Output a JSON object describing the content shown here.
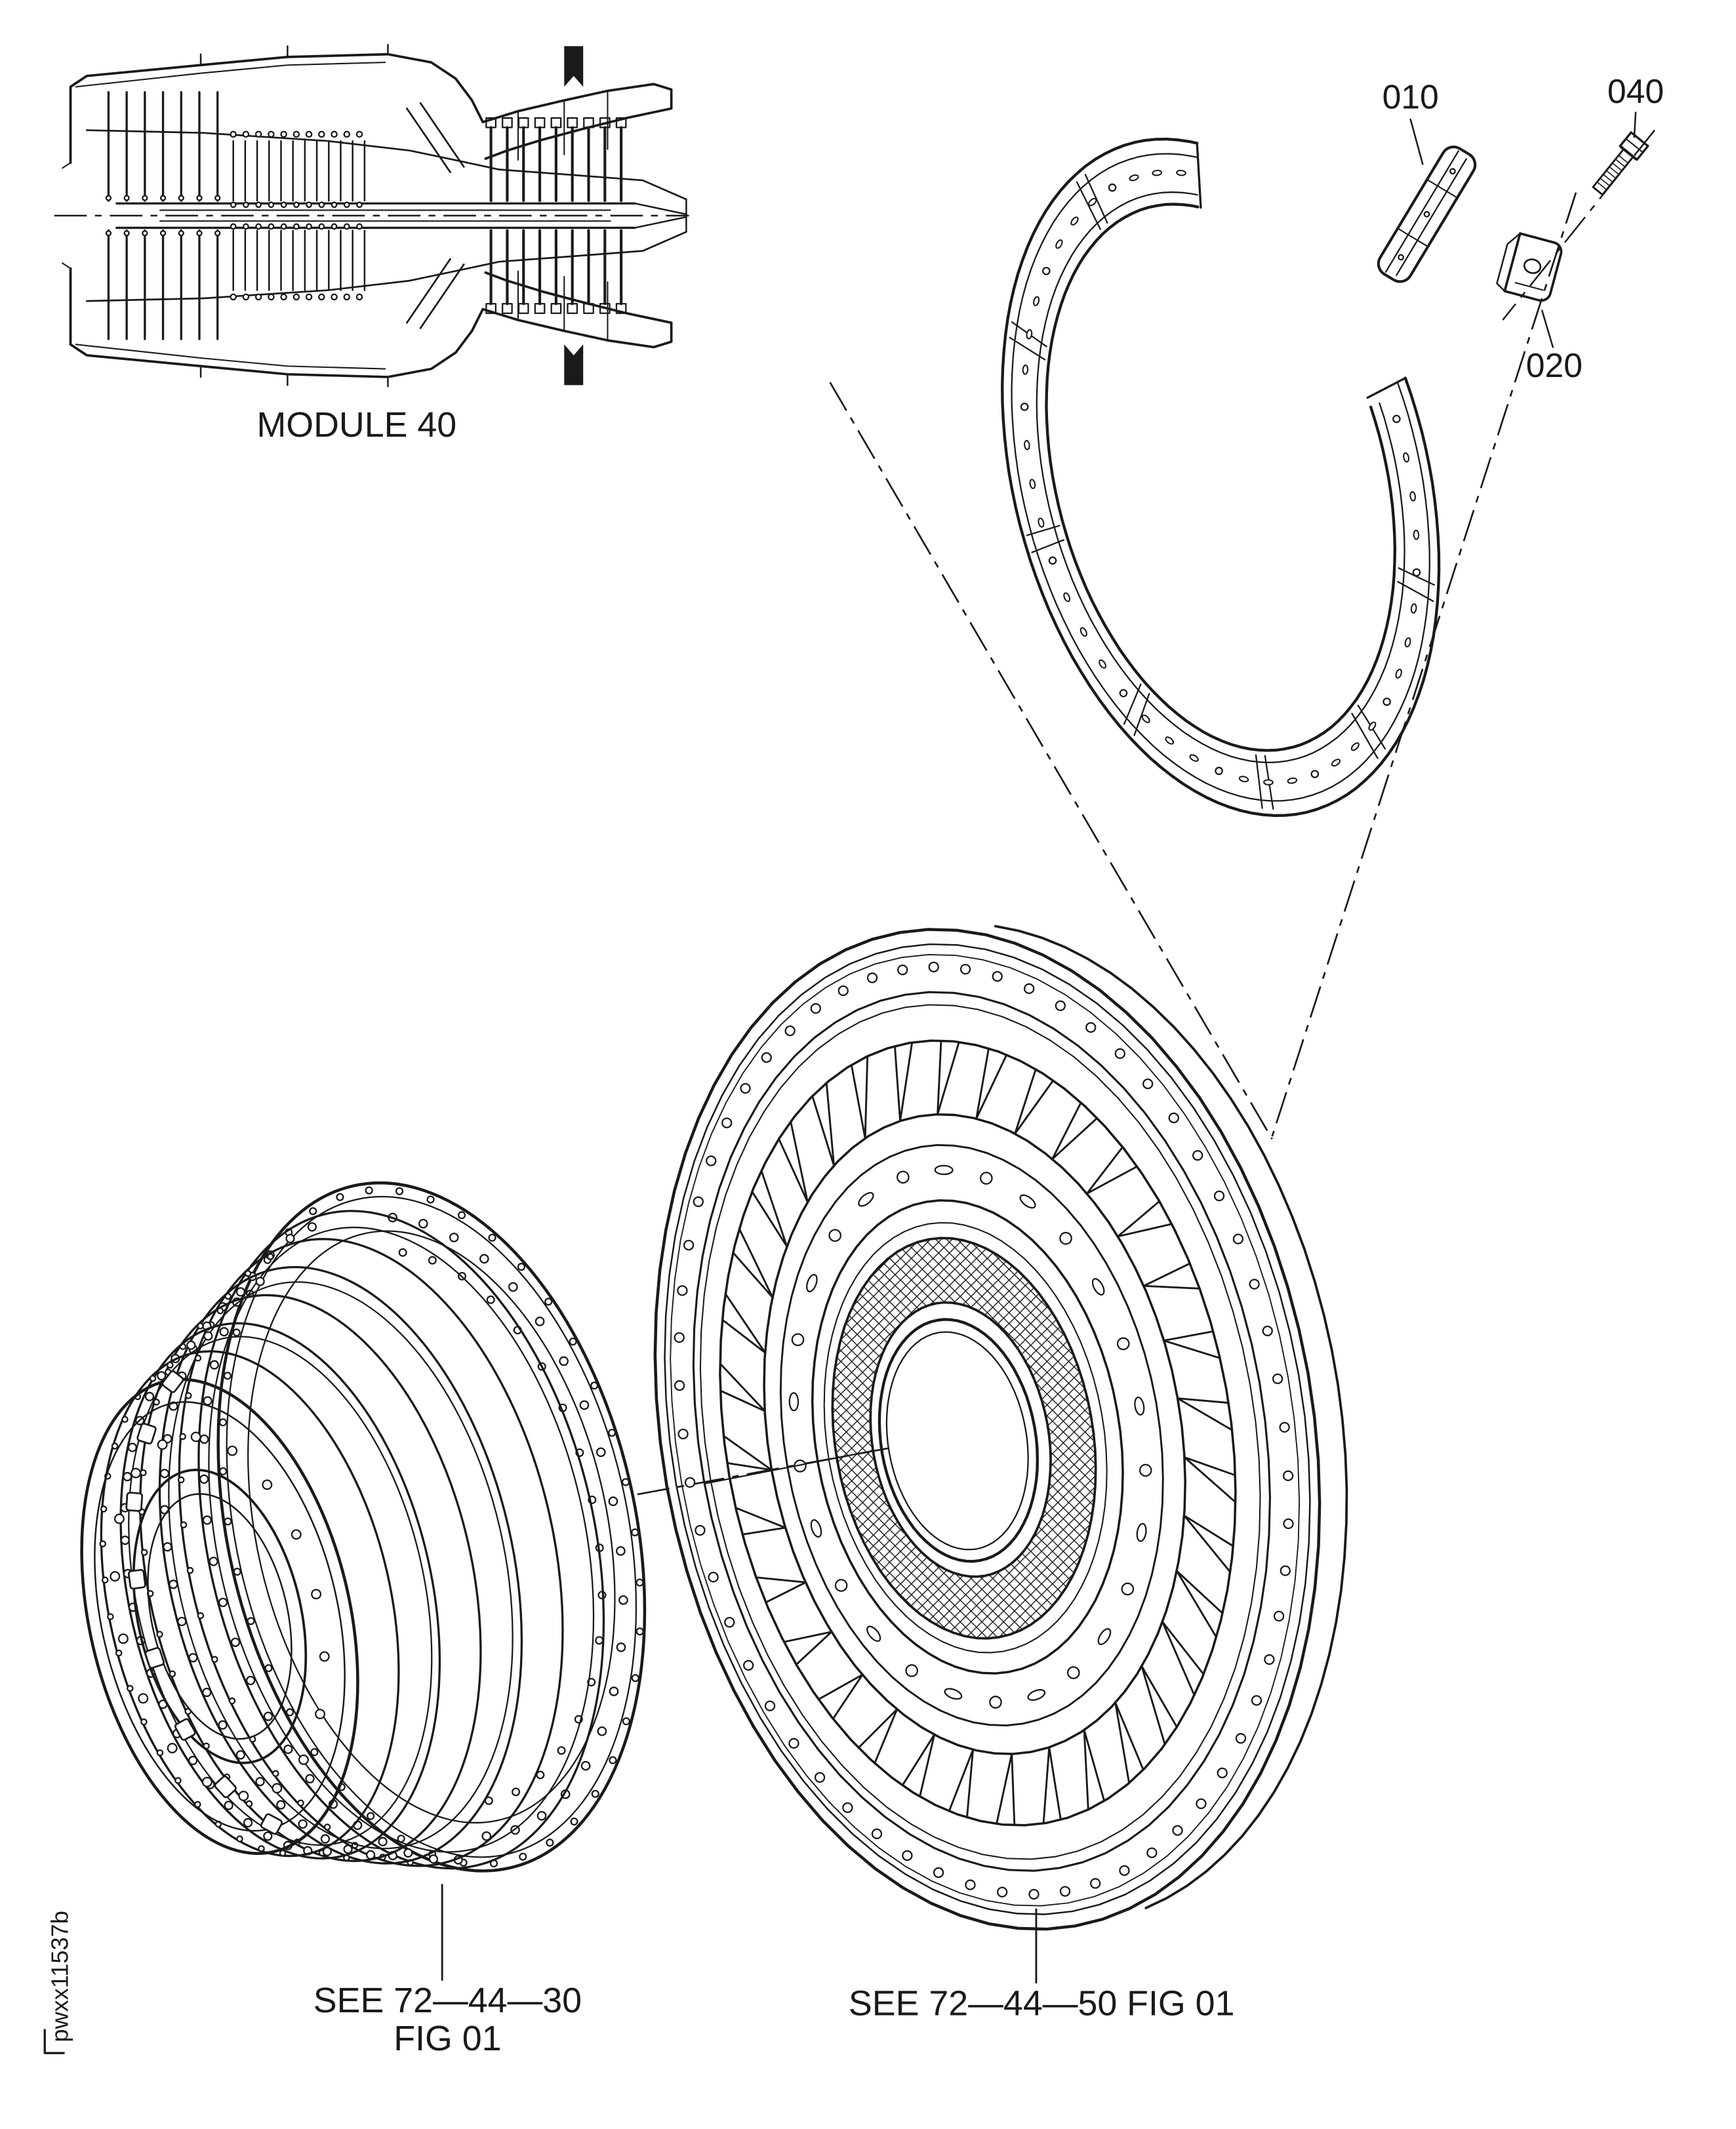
{
  "page": {
    "background": "#ffffff",
    "ink": "#1a1a1a"
  },
  "figure": {
    "module_label": "MODULE 40",
    "callouts": {
      "c010": "010",
      "c020": "020",
      "c040": "040"
    },
    "references": {
      "left_line1": "SEE 72—44—30",
      "left_line2": "FIG 01",
      "right": "SEE 72—44—50 FIG 01"
    },
    "watermark": "pwxx11537b"
  }
}
